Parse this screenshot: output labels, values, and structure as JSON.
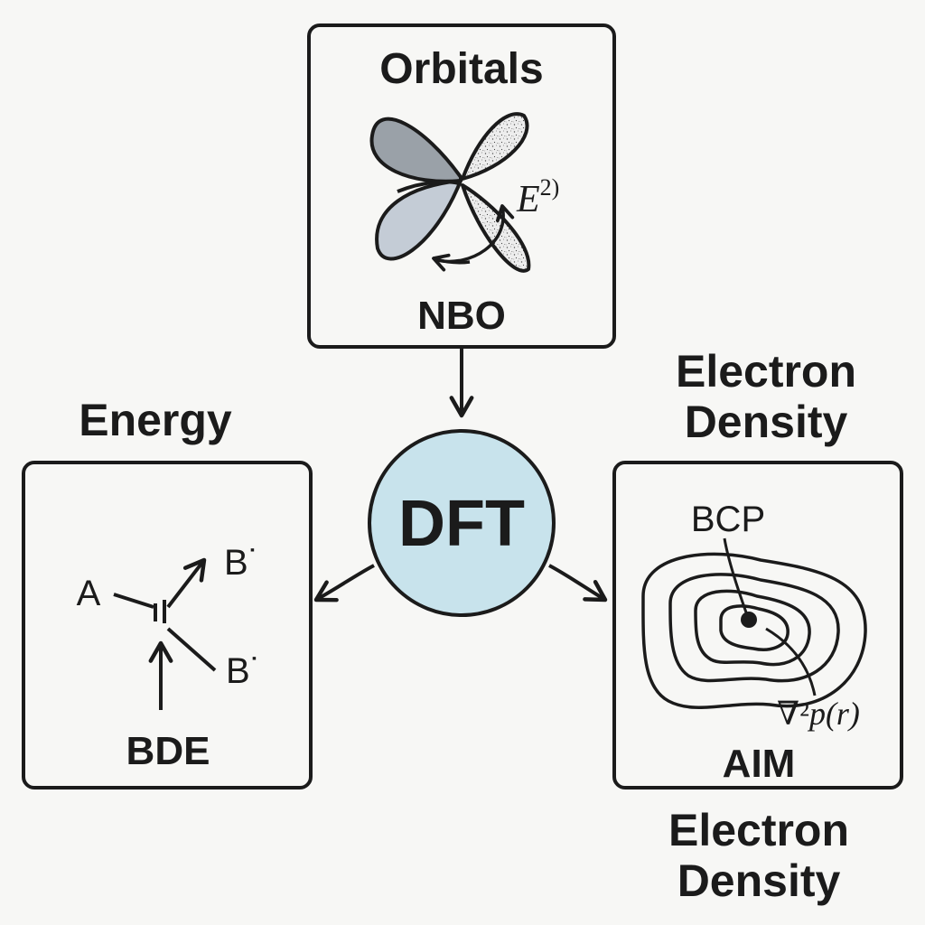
{
  "orbitals": {
    "heading": "Orbitals",
    "e_symbol": "E",
    "e_superscript": "2)",
    "method_label": "NBO"
  },
  "center": {
    "label": "DFT",
    "fill_color": "#c8e3ec"
  },
  "energy": {
    "heading": "Energy",
    "atom_a": "A",
    "radical_top": "B˙",
    "radical_bottom": "B˙",
    "method_label": "BDE"
  },
  "density": {
    "heading_top_line1": "Electron",
    "heading_top_line2": "Density",
    "bcp_label": "BCP",
    "laplacian_prefix": "∇²",
    "laplacian_body": "p(r)",
    "method_label": "AIM",
    "heading_bottom_line1": "Electron",
    "heading_bottom_line2": "Density"
  },
  "colors": {
    "stroke": "#1b1b1b",
    "lobe_dark": "#9aa1a8",
    "lobe_light": "#c4ccd6",
    "lobe_speckled": "#ececec"
  },
  "icons": {
    "orbital_lobes": "p-orbital-overlap-icon",
    "rotation_arrow": "curved-arrow-icon",
    "bond_break": "bond-cleavage-icon",
    "contour_map": "electron-density-contour-icon"
  }
}
